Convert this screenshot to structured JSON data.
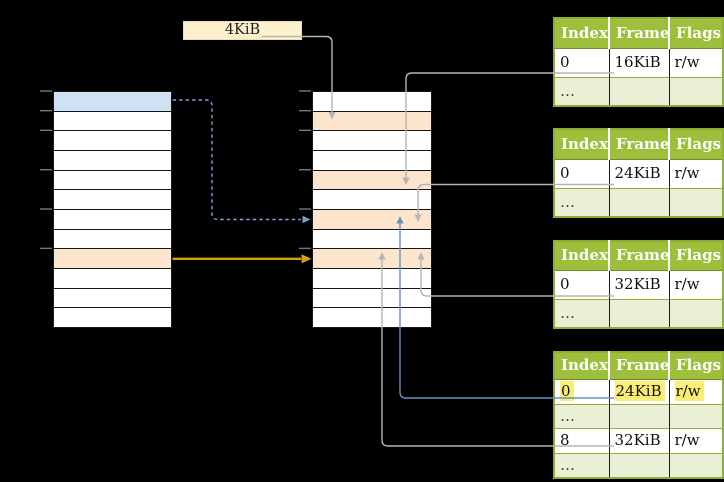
{
  "frame_size_label": {
    "text": "4KiB"
  },
  "memory_columns": [
    {
      "name": "virtual-memory-column",
      "row_count": 12,
      "highlights": {
        "0": "blue",
        "8": "orange"
      },
      "tick_rows": [
        0,
        1,
        2,
        4,
        6,
        8
      ]
    },
    {
      "name": "physical-memory-column",
      "row_count": 12,
      "highlights": {
        "1": "orange",
        "4": "orange",
        "6": "orange",
        "8": "orange"
      },
      "tick_rows": [
        0,
        1,
        2,
        4,
        6,
        8
      ]
    }
  ],
  "page_tables": [
    {
      "name": "page-table-at-16k",
      "headers": [
        "Index",
        "Frame",
        "Flags"
      ],
      "rows": [
        {
          "cells": [
            "0",
            "16KiB",
            "r/w"
          ],
          "shaded": false,
          "highlighted": false
        },
        {
          "cells": [
            "…",
            "",
            ""
          ],
          "shaded": true,
          "highlighted": false
        }
      ]
    },
    {
      "name": "page-table-at-24k",
      "headers": [
        "Index",
        "Frame",
        "Flags"
      ],
      "rows": [
        {
          "cells": [
            "0",
            "24KiB",
            "r/w"
          ],
          "shaded": false,
          "highlighted": false
        },
        {
          "cells": [
            "…",
            "",
            ""
          ],
          "shaded": true,
          "highlighted": false
        }
      ]
    },
    {
      "name": "page-table-at-32k",
      "headers": [
        "Index",
        "Frame",
        "Flags"
      ],
      "rows": [
        {
          "cells": [
            "0",
            "32KiB",
            "r/w"
          ],
          "shaded": false,
          "highlighted": false
        },
        {
          "cells": [
            "…",
            "",
            ""
          ],
          "shaded": true,
          "highlighted": false
        }
      ]
    },
    {
      "name": "level2-page-table",
      "headers": [
        "Index",
        "Frame",
        "Flags"
      ],
      "rows": [
        {
          "cells": [
            "0",
            "24KiB",
            "r/w"
          ],
          "shaded": false,
          "highlighted": true
        },
        {
          "cells": [
            "…",
            "",
            ""
          ],
          "shaded": true,
          "highlighted": false
        },
        {
          "cells": [
            "8",
            "32KiB",
            "r/w"
          ],
          "shaded": false,
          "highlighted": false
        },
        {
          "cells": [
            "…",
            "",
            ""
          ],
          "shaded": true,
          "highlighted": false
        }
      ]
    }
  ],
  "connectors": [
    {
      "id": "label-4k-to-frame1",
      "color": "gray",
      "style": "solid"
    },
    {
      "id": "t1-16k-to-frame4",
      "color": "gray",
      "style": "solid"
    },
    {
      "id": "t2-24k-to-frame6",
      "color": "gray",
      "style": "solid"
    },
    {
      "id": "t3-32k-to-frame8",
      "color": "gray",
      "style": "solid"
    },
    {
      "id": "t4-entry0-24k-to-frame6",
      "color": "blue",
      "style": "solid"
    },
    {
      "id": "t4-entry8-32k-to-frame8",
      "color": "gray",
      "style": "solid"
    },
    {
      "id": "vpage0-lookup",
      "color": "blue-dashed",
      "style": "dashed"
    },
    {
      "id": "vpage8-lookup",
      "color": "orange",
      "style": "solid"
    }
  ],
  "colors": {
    "background": "#000000",
    "row_fill": "#ffffff",
    "blue_highlight": "#cfe2f3",
    "orange_highlight": "#fce5cd",
    "label_fill": "#fdf0cd",
    "table_header_fill": "#9dbf3b",
    "table_border": "#8fae33",
    "table_shaded_row": "#e9efd5",
    "cell_highlight": "#fbee75",
    "arrow_gray": "#b5b5b5",
    "arrow_blue": "#6b8fc0",
    "arrow_blue_dashed": "#7f9dd1",
    "arrow_orange": "#d99e14",
    "tick": "#787878"
  }
}
